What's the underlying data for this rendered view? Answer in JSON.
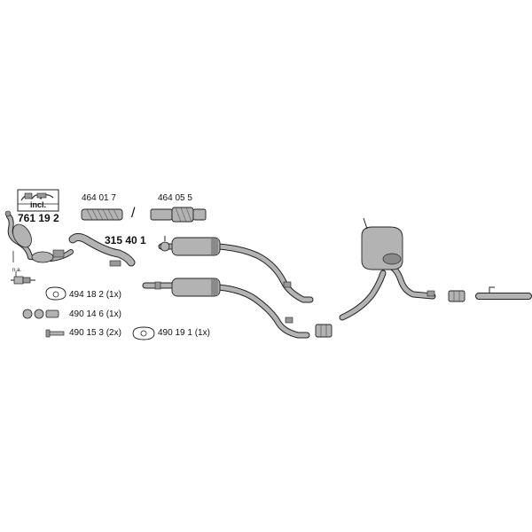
{
  "colors": {
    "part_fill": "#b3b3b3",
    "part_dark": "#6e6e6e",
    "outline": "#222222",
    "background": "#ffffff"
  },
  "kit": {
    "incl_label": "incl.",
    "number": "761 19 2"
  },
  "catalyst": {
    "note": "n.a."
  },
  "flex_pipe_a": {
    "number": "464 01 7"
  },
  "flex_pipe_separator": "/",
  "flex_pipe_b": {
    "number": "464 05 5"
  },
  "front_pipe": {
    "number": "315 40 1"
  },
  "hardware": [
    {
      "number": "494 18 2",
      "qty": "(1x)",
      "icon": "gasket-icon"
    },
    {
      "number": "490 14 6",
      "qty": "(1x)",
      "icon": "clamp-icon"
    },
    {
      "number": "490 15 3",
      "qty": "(2x)",
      "icon": "bolt-icon"
    },
    {
      "number": "490 19 1",
      "qty": "(1x)",
      "icon": "flange-gasket-icon"
    }
  ]
}
